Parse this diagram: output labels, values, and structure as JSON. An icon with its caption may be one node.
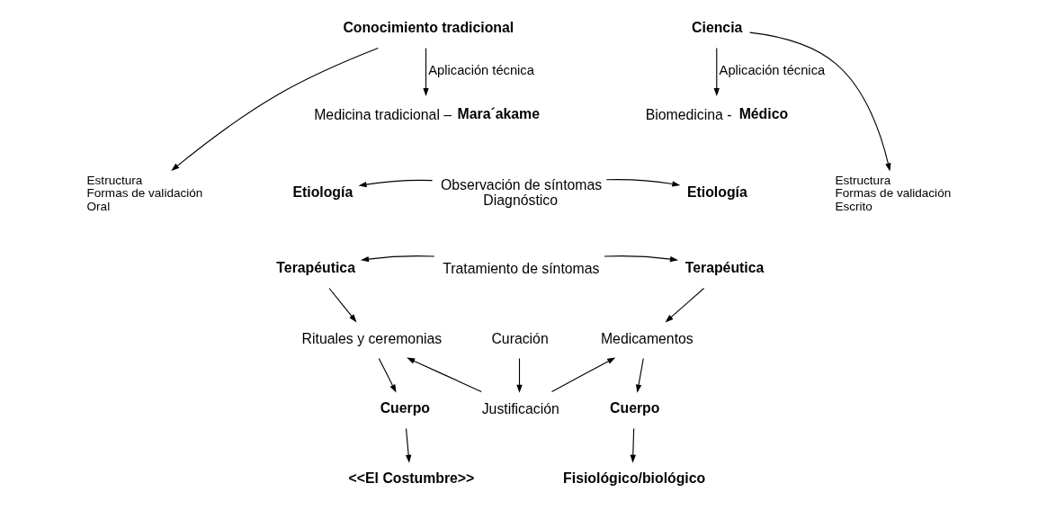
{
  "diagram": {
    "nodes": [
      {
        "text": [
          "Conocimiento tradicional"
        ]
      },
      {
        "text": [
          "Estructura",
          "Formas de validación",
          "Oral"
        ]
      },
      {
        "text": [
          "Medicina tradicional – **Mara´akame**"
        ]
      },
      {
        "text": [
          "Ciencia"
        ]
      },
      {
        "text": [
          "Biomedicina - **Médico**"
        ]
      },
      {
        "text": [
          "Estructura",
          "Formas de validación",
          "Escrito"
        ]
      },
      {
        "text": [
          "Etiología"
        ]
      },
      {
        "text": [
          "Observación de síntomas",
          "Diagnóstico"
        ]
      },
      {
        "text": [
          "Etiología"
        ]
      },
      {
        "text": [
          "Terapéutica"
        ]
      },
      {
        "text": [
          "Tratamiento de síntomas"
        ]
      },
      {
        "text": [
          "Terapéutica"
        ]
      },
      {
        "text": [
          "Rituales y ceremonias"
        ]
      },
      {
        "text": [
          "Medicamentos"
        ]
      },
      {
        "text": [
          "Curación"
        ]
      },
      {
        "text": [
          "Justificación"
        ]
      },
      {
        "text": [
          "Cuerpo"
        ]
      },
      {
        "text": [
          "Cuerpo"
        ]
      },
      {
        "text": [
          "<<El Costumbre>>"
        ]
      },
      {
        "text": [
          "Fisiológico/biológico"
        ]
      }
    ],
    "edges": [
      {
        "from": 0,
        "to": 1,
        "arrow": "to"
      },
      {
        "from": 0,
        "to": 2,
        "arrow": "to",
        "label": "Aplicación técnica"
      },
      {
        "from": 3,
        "to": 4,
        "arrow": "to",
        "label": "Aplicación técnica"
      },
      {
        "from": 3,
        "to": 5,
        "arrow": "to"
      },
      {
        "from": 7,
        "to": 6,
        "arrow": "to"
      },
      {
        "from": 7,
        "to": 8,
        "arrow": "to"
      },
      {
        "from": 10,
        "to": 9,
        "arrow": "to"
      },
      {
        "from": 10,
        "to": 11,
        "arrow": "to"
      },
      {
        "from": 9,
        "to": 12,
        "arrow": "to"
      },
      {
        "from": 11,
        "to": 13,
        "arrow": "to"
      },
      {
        "from": 14,
        "to": 15,
        "arrow": "to"
      },
      {
        "from": 15,
        "to": 12,
        "arrow": "to"
      },
      {
        "from": 15,
        "to": 13,
        "arrow": "to"
      },
      {
        "from": 12,
        "to": 16,
        "arrow": "to"
      },
      {
        "from": 13,
        "to": 17,
        "arrow": "to"
      },
      {
        "from": 16,
        "to": 18,
        "arrow": "to"
      },
      {
        "from": 17,
        "to": 19,
        "arrow": "to"
      }
    ]
  }
}
